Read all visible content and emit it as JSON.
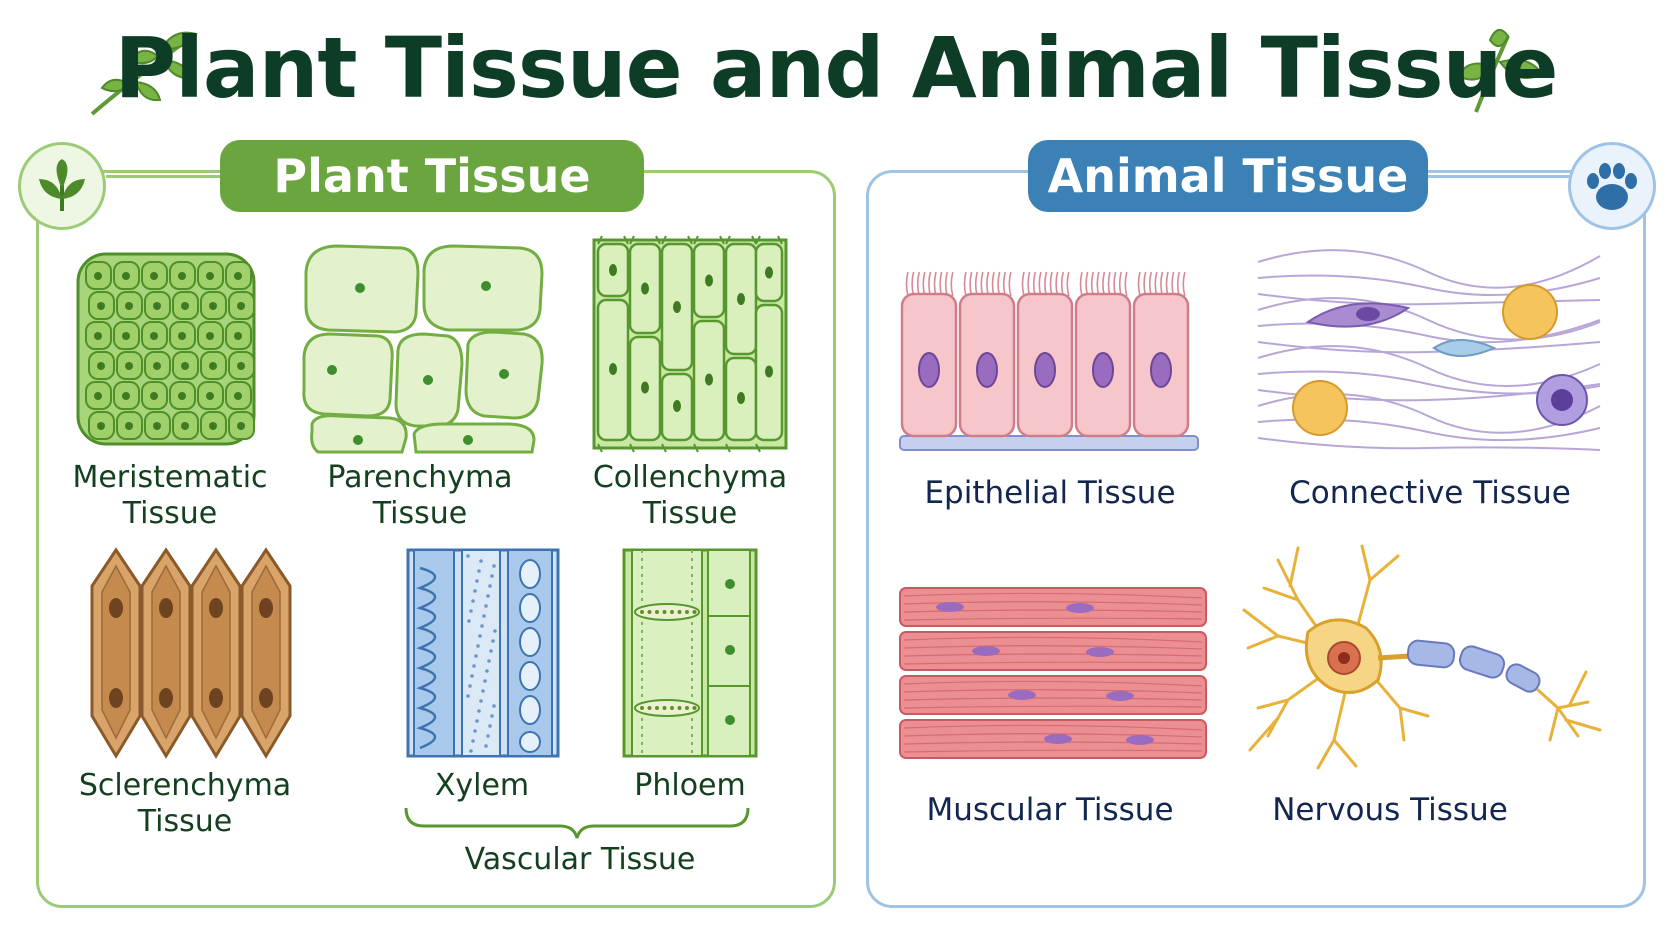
{
  "title": "Plant Tissue and Animal Tissue",
  "plant": {
    "header": "Plant Tissue",
    "icon": "leaf-icon",
    "tissues": {
      "meristematic": [
        "Meristematic",
        "Tissue"
      ],
      "parenchyma": [
        "Parenchyma",
        "Tissue"
      ],
      "collenchyma": [
        "Collenchyma",
        "Tissue"
      ],
      "sclerenchyma": [
        "Sclerenchyma",
        "Tissue"
      ],
      "xylem": "Xylem",
      "phloem": "Phloem"
    },
    "vascular_label": "Vascular Tissue"
  },
  "animal": {
    "header": "Animal Tissue",
    "icon": "paw-icon",
    "tissues": {
      "epithelial": "Epithelial Tissue",
      "connective": "Connective Tissue",
      "muscular": "Muscular Tissue",
      "nervous": "Nervous Tissue"
    }
  },
  "colors": {
    "title": "#0e3d27",
    "plant_accent": "#6ba53f",
    "plant_border": "#9ccb76",
    "animal_accent": "#3b81b6",
    "animal_border": "#9fc3e4"
  }
}
